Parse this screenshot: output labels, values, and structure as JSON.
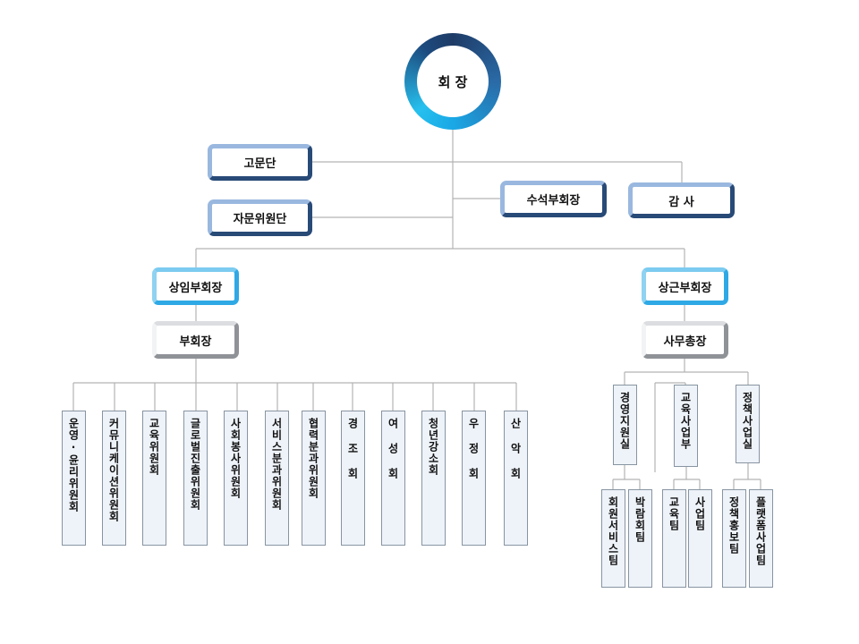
{
  "chairman": "회 장",
  "top": {
    "advisors": "고문단",
    "advisory_committee": "자문위원단",
    "senior_vice": "수석부회장",
    "auditor": "감 사"
  },
  "left_branch": {
    "standing_vice": "상임부회장",
    "vice": "부회장",
    "committees": [
      "운영·윤리위원회",
      "커뮤니케이션위원회",
      "교육위원회",
      "글로벌진출위원회",
      "사회봉사위원회",
      "서비스분과위원회",
      "협력분과위원회",
      "경 조 회",
      "여 성 회",
      "청년강소회",
      "우 정 회",
      "산 악 회"
    ]
  },
  "right_branch": {
    "resident_vice": "상근부회장",
    "secretary_general": "사무총장",
    "offices": [
      "경영지원실",
      "교육사업부",
      "정책사업실"
    ],
    "teams": [
      "회원서비스팀",
      "박람회팀",
      "교육팀",
      "사업팀",
      "정책홍보팀",
      "플랫폼사업팀"
    ]
  }
}
